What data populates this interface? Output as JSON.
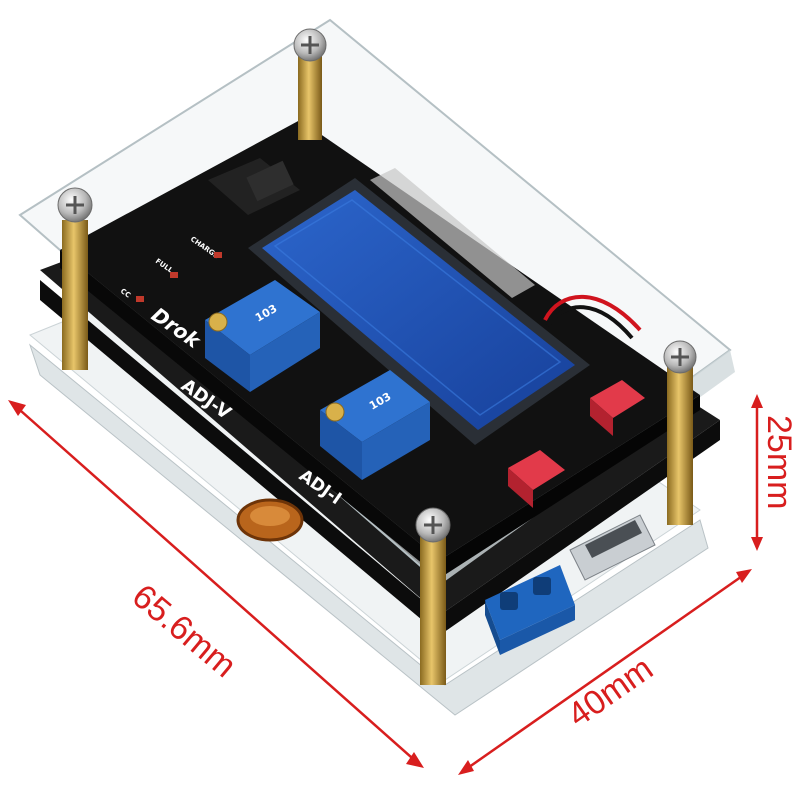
{
  "dimensions": {
    "length": "65.6mm",
    "width": "40mm",
    "height": "25mm"
  },
  "pcb_labels": {
    "adj_v": "ADJ-V",
    "adj_i": "ADJ-I",
    "brand": "Drok",
    "pot_value": "103",
    "led_cc": "CC",
    "led_full": "FULL",
    "led_charge": "CHARGE"
  },
  "colors": {
    "dimension": "#d81e1e",
    "pcb": "#141414",
    "lcd": "#1f56b8",
    "potentiometer": "#2f73d0",
    "standoff": "#c8a03a",
    "terminal": "#2f7fd8",
    "button": "#e23a4a",
    "acrylic": "#e9eef0"
  }
}
